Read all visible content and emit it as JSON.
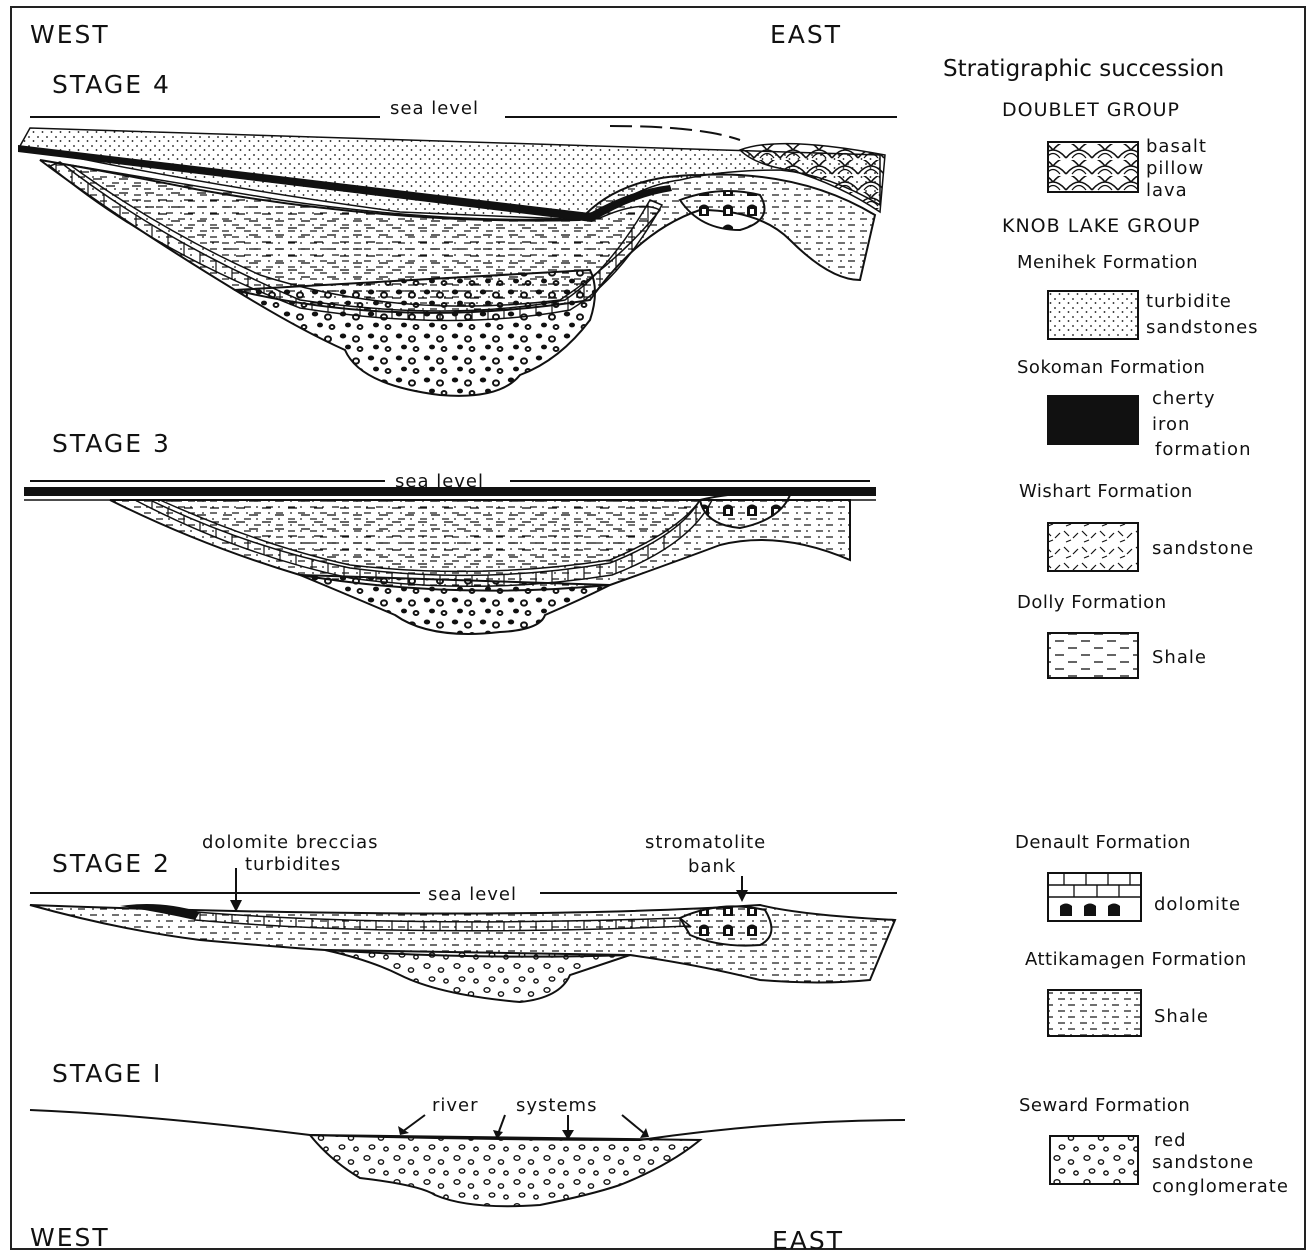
{
  "orientation": {
    "west_top": "WEST",
    "east_top": "EAST",
    "west_bottom": "WEST",
    "east_bottom": "EAST"
  },
  "stages": {
    "stage4": {
      "label": "STAGE 4",
      "sea_level": "sea level"
    },
    "stage3": {
      "label": "STAGE 3",
      "sea_level": "sea level"
    },
    "stage2": {
      "label": "STAGE 2",
      "sea_level": "sea level",
      "annotation_left_1": "dolomite breccias",
      "annotation_left_2": "turbidites",
      "annotation_right_1": "stromatolite",
      "annotation_right_2": "bank"
    },
    "stage1": {
      "label": "STAGE I",
      "annotation_1": "river",
      "annotation_2": "systems"
    }
  },
  "legend": {
    "title": "Stratigraphic succession",
    "doublet_group": "DOUBLET GROUP",
    "basalt": [
      "basalt",
      "pillow",
      "lava"
    ],
    "knob_lake_group": "KNOB LAKE GROUP",
    "menihek": {
      "formation": "Menihek Formation",
      "desc": [
        "turbidite",
        "sandstones"
      ]
    },
    "sokoman": {
      "formation": "Sokoman Formation",
      "desc": [
        "cherty",
        "iron",
        "formation"
      ]
    },
    "wishart": {
      "formation": "Wishart Formation",
      "desc": "sandstone"
    },
    "dolly": {
      "formation": "Dolly Formation",
      "desc": "Shale"
    },
    "denault": {
      "formation": "Denault Formation",
      "desc": "dolomite"
    },
    "attikamagen": {
      "formation": "Attikamagen Formation",
      "desc": "Shale"
    },
    "seward": {
      "formation": "Seward Formation",
      "desc": [
        "red",
        "sandstone",
        "conglomerate"
      ]
    }
  },
  "colors": {
    "ink": "#111111",
    "paper": "#ffffff"
  }
}
